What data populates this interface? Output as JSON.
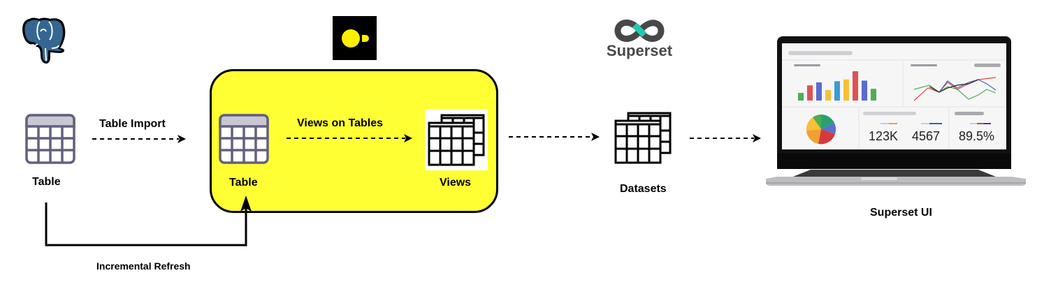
{
  "logos": {
    "postgres": "postgresql-elephant-logo",
    "duckdb": "duckdb-logo",
    "superset": {
      "icon": "superset-infinity-logo",
      "text": "Superset"
    }
  },
  "nodes": {
    "source_table": {
      "label": "Table",
      "icon": "table-icon"
    },
    "duck_table": {
      "label": "Table",
      "icon": "table-icon"
    },
    "views": {
      "label": "Views",
      "icon": "stacked-tables-icon"
    },
    "datasets": {
      "label": "Datasets",
      "icon": "stacked-tables-icon"
    },
    "superset_ui": {
      "label": "Superset UI",
      "icon": "laptop-dashboard-image"
    }
  },
  "edges": {
    "table_import": {
      "label": "Table Import",
      "style": "dashed"
    },
    "views_on_tables": {
      "label": "Views on Tables",
      "style": "dashed"
    },
    "views_to_datasets": {
      "label": "",
      "style": "dashed"
    },
    "datasets_to_ui": {
      "label": "",
      "style": "dashed"
    },
    "incremental_refresh": {
      "label": "Incremental Refresh",
      "style": "solid"
    }
  },
  "dashboard": {
    "kpis": [
      "123K",
      "4567",
      "89.5%"
    ]
  },
  "colors": {
    "container_fill": "#ffff33",
    "table_icon_stroke": "#62617e",
    "table_icon_header": "#c8c8d3",
    "postgres_blue": "#336791",
    "duck_yellow": "#fff000",
    "superset_gray": "#484848",
    "superset_teal": "#20c9b6"
  }
}
